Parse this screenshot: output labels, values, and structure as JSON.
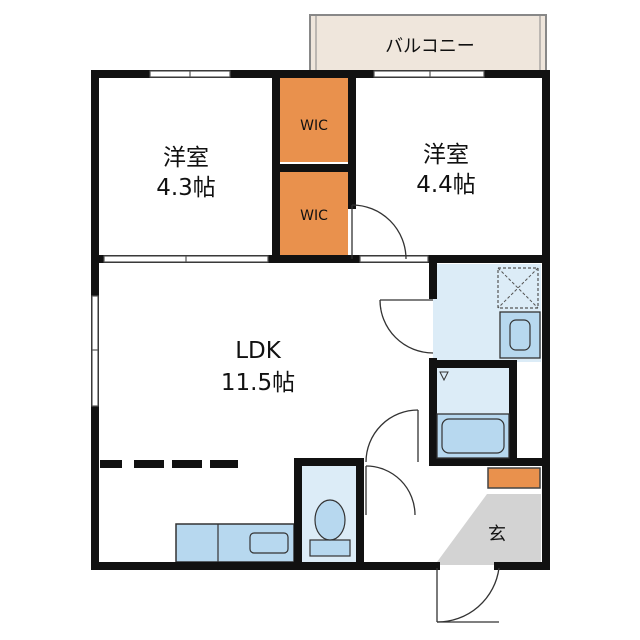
{
  "rooms": {
    "balcony": {
      "label": "バルコニー"
    },
    "west_room": {
      "name": "洋室",
      "size": "4.3帖"
    },
    "east_room": {
      "name": "洋室",
      "size": "4.4帖"
    },
    "wic_upper": {
      "label": "WIC"
    },
    "wic_lower": {
      "label": "WIC"
    },
    "ldk": {
      "name": "LDK",
      "size": "11.5帖"
    },
    "entrance": {
      "label": "玄"
    }
  },
  "colors": {
    "wall": "#111111",
    "closet": "#e9914d",
    "wet_area": "#dcecf7",
    "fixture": "#b7d8ef",
    "balcony": "#efe6dc",
    "entrance_floor": "#d3d3d3"
  }
}
